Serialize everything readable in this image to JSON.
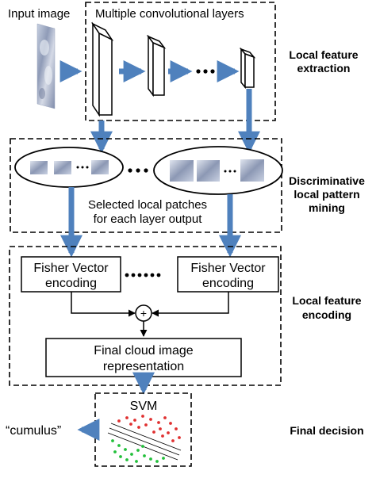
{
  "input_label": "Input image",
  "conv_label": "Multiple convolutional layers",
  "stage_labels": {
    "local_feature_extraction": [
      "Local feature",
      "extraction"
    ],
    "discriminative_mining": [
      "Discriminative",
      "local pattern",
      "mining"
    ],
    "local_feature_encoding": [
      "Local feature",
      "encoding"
    ],
    "final_decision": "Final decision"
  },
  "patches_caption": [
    "Selected local patches",
    "for each layer output"
  ],
  "fisher_left": [
    "Fisher Vector",
    "encoding"
  ],
  "fisher_right": [
    "Fisher Vector",
    "encoding"
  ],
  "plus_symbol": "+",
  "final_representation": [
    "Final cloud image",
    "representation"
  ],
  "svm_label": "SVM",
  "output_label": "“cumulus”",
  "colors": {
    "arrow": "#4f81bd",
    "cloud_sky": "#a9b3c9",
    "svm_red": "#e03030",
    "svm_green": "#22c03a"
  }
}
